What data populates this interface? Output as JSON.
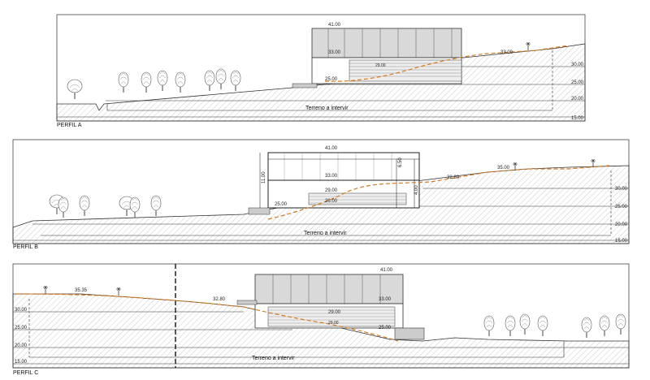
{
  "profiles": [
    {
      "title": "PERFIL A",
      "terrain_label": "Terreno a intervir",
      "elevation_labels": [
        "41.00",
        "33.00",
        "29.00",
        "25.00",
        "33.00"
      ],
      "level_labels": [
        "30.00",
        "25.00",
        "20.00",
        "15.00"
      ]
    },
    {
      "title": "PERFIL B",
      "terrain_label": "Terreno a intervir",
      "elevation_labels": [
        "41.00",
        "33.00",
        "29.00",
        "26.00",
        "25.00",
        "32.80",
        "35.00"
      ],
      "vertical_labels": [
        "11.00",
        "6.50",
        "4.00"
      ],
      "level_labels": [
        "30.00",
        "25.00",
        "20.00",
        "15.00"
      ]
    },
    {
      "title": "PERFIL C",
      "terrain_label": "Terreno a intervir",
      "elevation_labels": [
        "41.00",
        "35.35",
        "32.80",
        "33.00",
        "29.00",
        "25.00",
        "29.00"
      ],
      "level_labels": [
        "30.00",
        "25.00",
        "20.00",
        "15.00"
      ]
    }
  ],
  "colors": {
    "line": "#222222",
    "hatch": "#9a9a9a",
    "building": "#d9d9d9",
    "proposed_grade": "#d77a1e"
  }
}
